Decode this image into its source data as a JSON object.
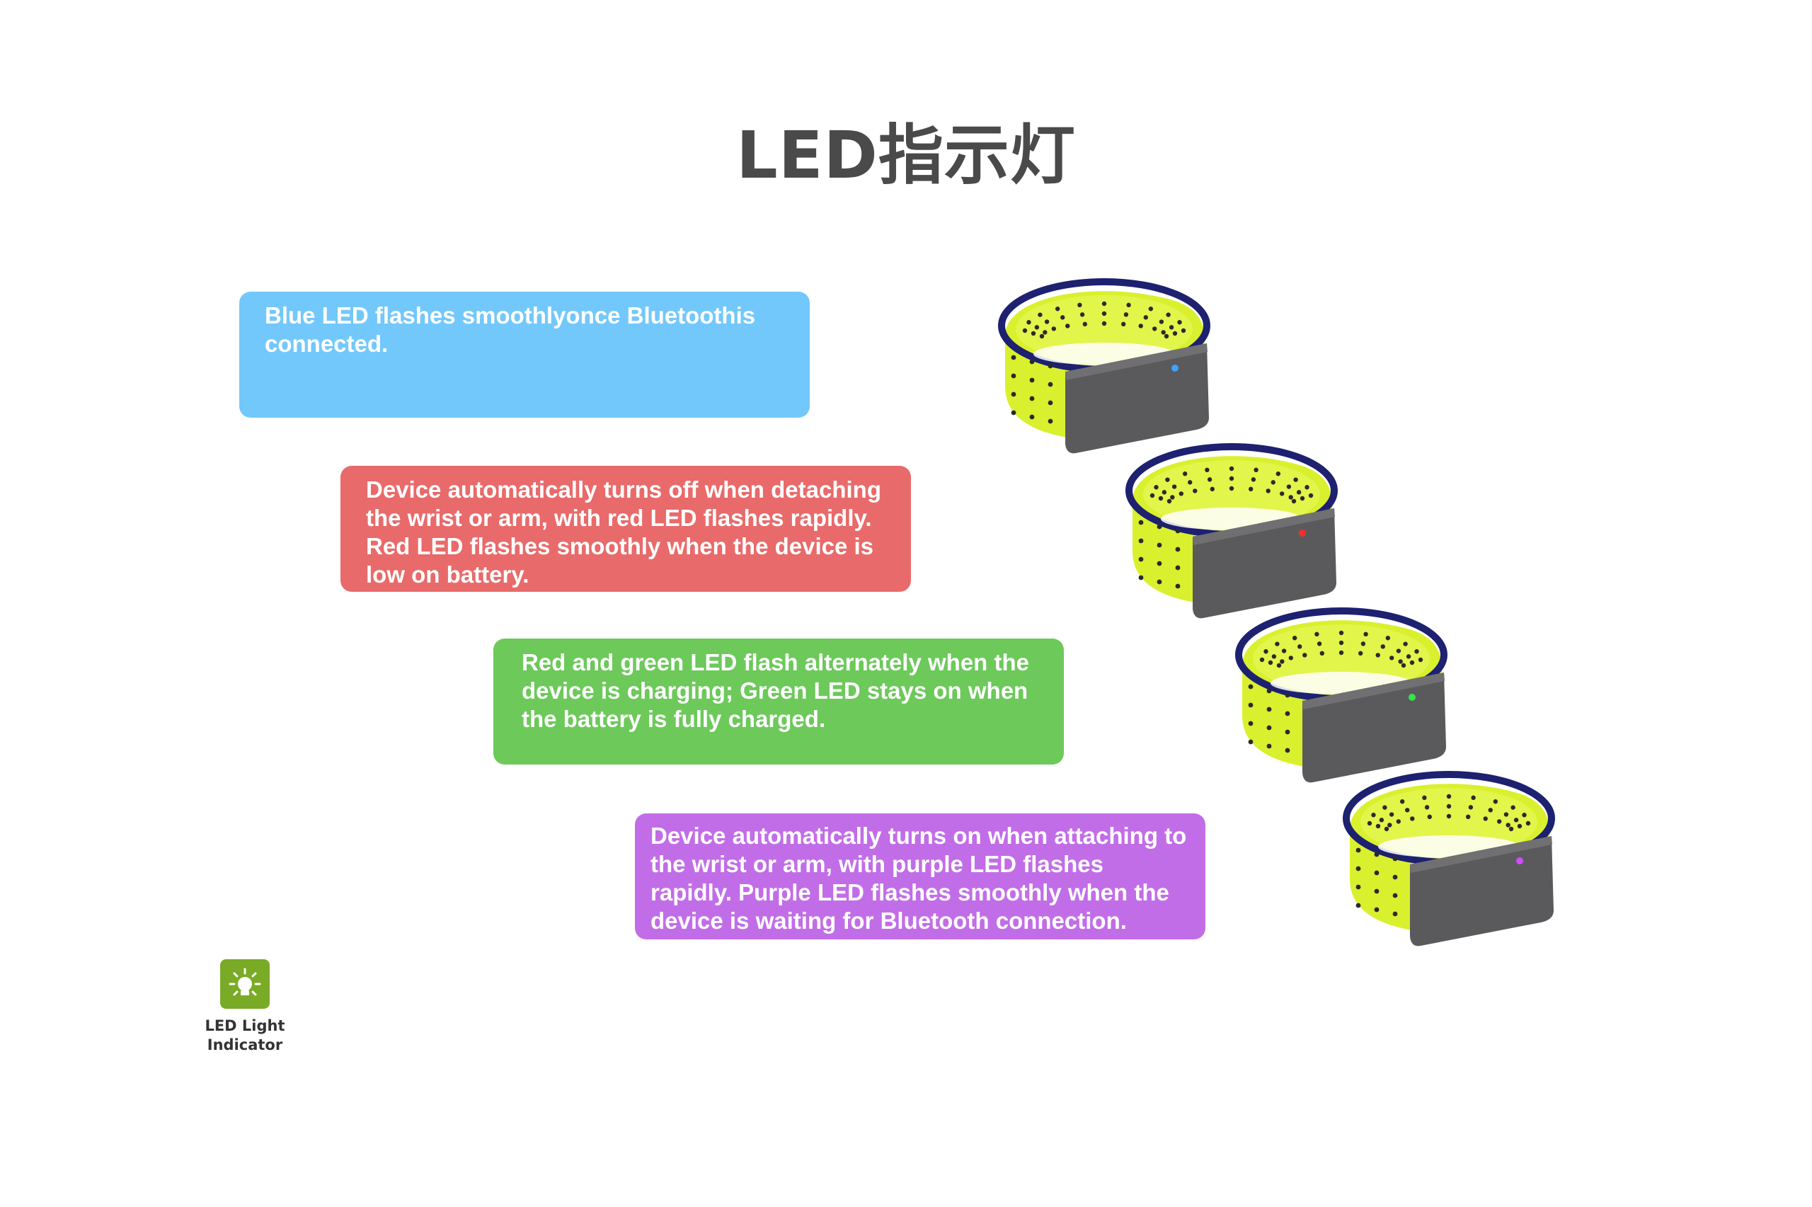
{
  "page": {
    "title": "LED指示灯"
  },
  "messages": [
    {
      "id": "blue",
      "color": "#73c8fb",
      "text": "Blue LED flashes smoothlyonce Bluetoothis connected.",
      "led_color": "#3da2ff"
    },
    {
      "id": "red",
      "color": "#e96a6a",
      "text": "Device automatically turns off when detaching the wrist or arm, with red LED flashes rapidly. Red LED flashes smoothly when the device is low on battery.",
      "led_color": "#ff2a2a"
    },
    {
      "id": "green",
      "color": "#6cc95a",
      "text": "Red and green LED flash alternately when the device is charging; Green LED stays on when the battery is fully charged.",
      "led_color": "#37e44a"
    },
    {
      "id": "purple",
      "color": "#c26de8",
      "text": "Device automatically turns on when attaching to the wrist or arm, with purple LED flashes rapidly. Purple LED flashes smoothly when the device is waiting for Bluetooth connection.",
      "led_color": "#d04cff"
    }
  ],
  "legend": {
    "label_line1": "LED Light",
    "label_line2": "Indicator",
    "icon": "light-bulb-icon",
    "tile_color": "#7aab26"
  },
  "colors": {
    "band_fabric": "#d9f02e",
    "band_edge": "#1d2170",
    "module": "#5a5a5c",
    "title": "#4a4a4a"
  }
}
